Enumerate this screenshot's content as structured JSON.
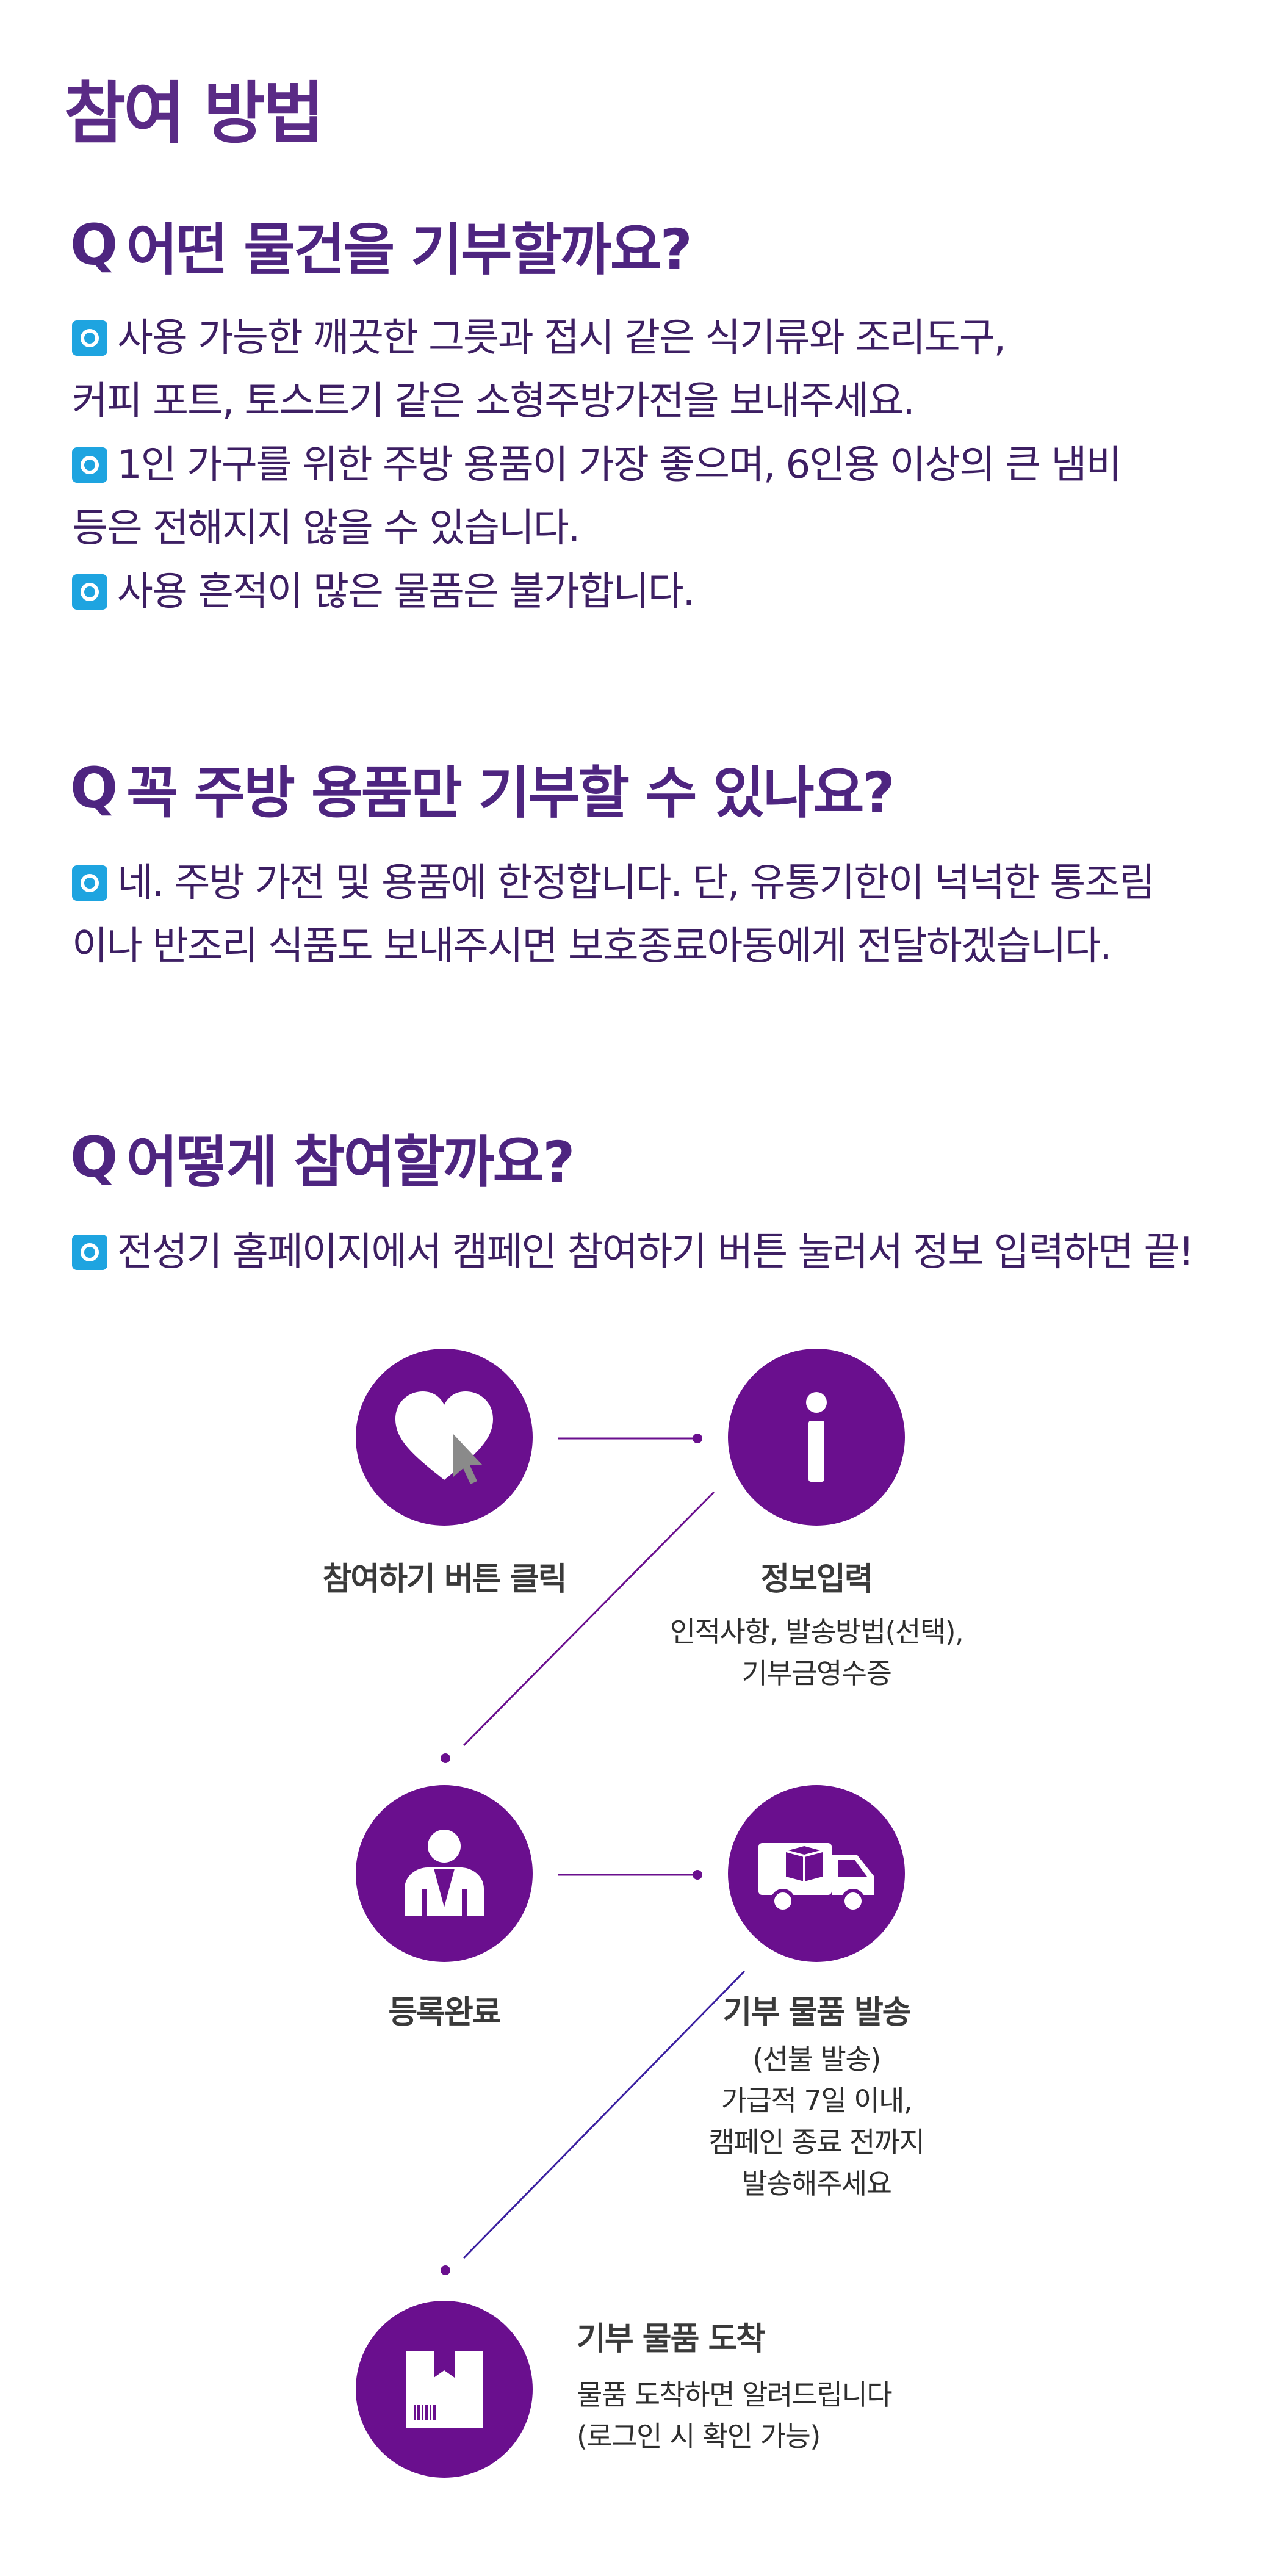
{
  "page_title": "참여 방법",
  "sections": [
    {
      "q_mark": "Q",
      "question": "어떤 물건을 기부할까요?",
      "lines": [
        "사용 가능한 깨끗한 그릇과 접시 같은 식기류와 조리도구,",
        "커피 포트, 토스트기 같은 소형주방가전을 보내주세요.",
        "1인 가구를 위한 주방 용품이 가장 좋으며, 6인용 이상의 큰 냄비",
        "등은 전해지지 않을 수 있습니다.",
        "사용 흔적이 많은 물품은 불가합니다."
      ]
    },
    {
      "q_mark": "Q",
      "question": "꼭 주방 용품만 기부할 수 있나요?",
      "lines": [
        "네. 주방 가전 및 용품에 한정합니다. 단, 유통기한이 넉넉한 통조림",
        "이나 반조리 식품도 보내주시면 보호종료아동에게 전달하겠습니다."
      ]
    },
    {
      "q_mark": "Q",
      "question": "어떻게 참여할까요?",
      "lines": [
        "전성기 홈페이지에서 캠페인 참여하기 버튼 눌러서 정보 입력하면 끝!"
      ]
    }
  ],
  "steps": [
    {
      "icon": "heart-cursor-icon",
      "title": "참여하기 버튼 클릭",
      "desc": []
    },
    {
      "icon": "info-icon",
      "title": "정보입력",
      "desc": [
        "인적사항, 발송방법(선택),",
        "기부금영수증"
      ]
    },
    {
      "icon": "person-icon",
      "title": "등록완료",
      "desc": []
    },
    {
      "icon": "delivery-truck-icon",
      "title": "기부 물품 발송",
      "desc": [
        "(선불 발송)",
        "가급적 7일 이내,",
        "캠페인 종료 전까지",
        "발송해주세요"
      ]
    },
    {
      "icon": "package-box-icon",
      "title": "기부 물품 도착",
      "desc": [
        "물품 도착하면 알려드립니다",
        "(로그인 시 확인 가능)"
      ]
    }
  ],
  "colors": {
    "title": "#5a2b86",
    "heading": "#4e2580",
    "body_text": "#3d1f63",
    "bullet": "#1ea4e0",
    "circle": "#6a0f8e"
  }
}
